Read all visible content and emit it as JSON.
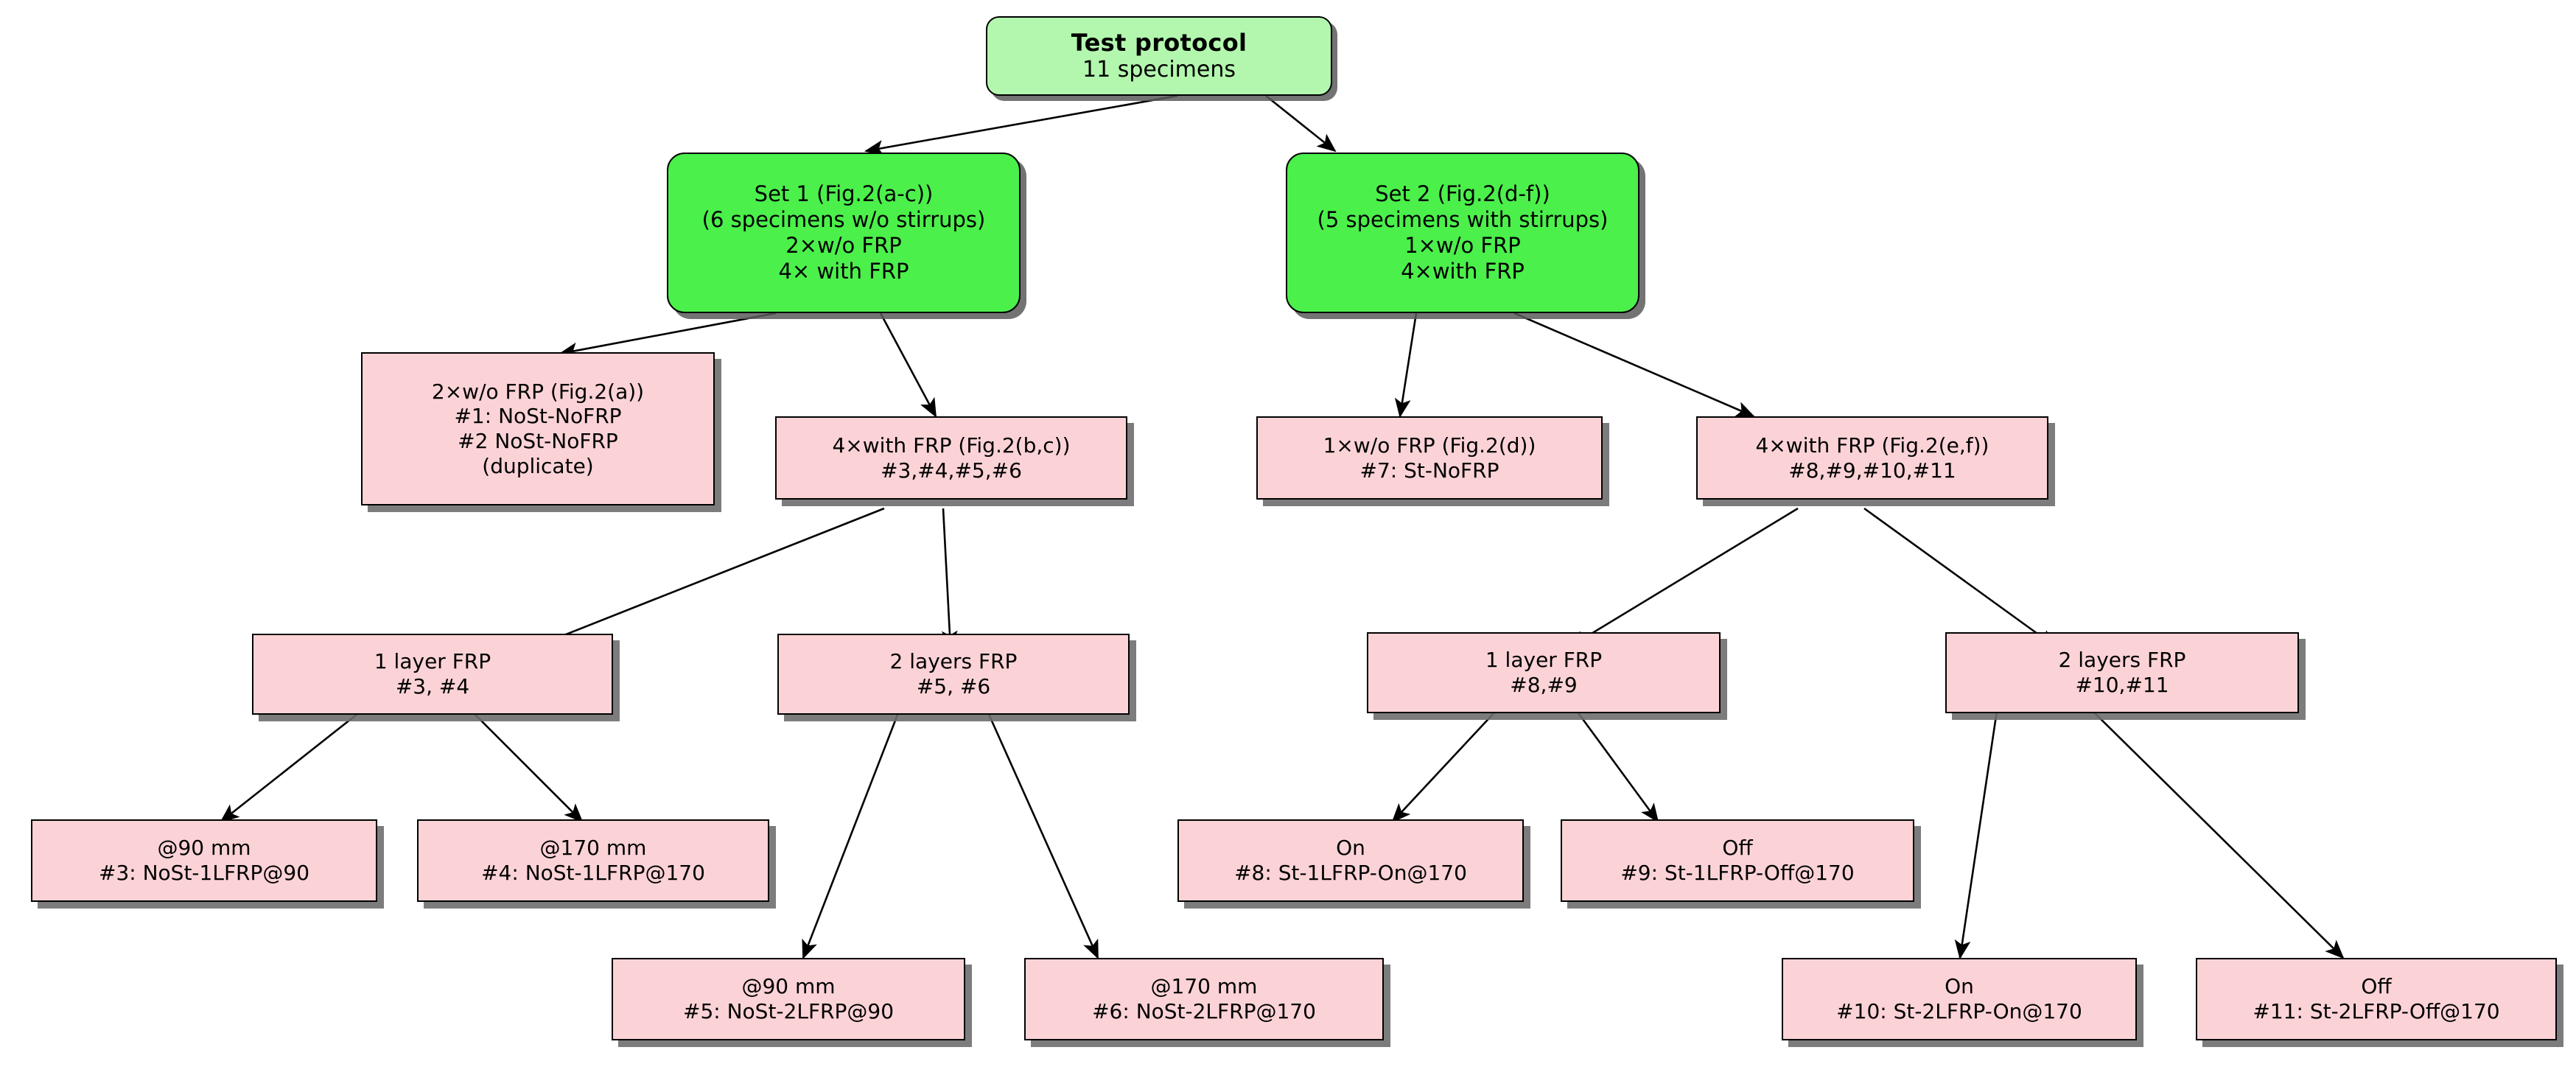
{
  "diagram": {
    "title": "Test protocol flowchart",
    "colors": {
      "root_fill": "#b3f7ae",
      "set_fill": "#4bf04b",
      "pink_fill": "#fbd3d6",
      "border": "#000000",
      "shadow": "#6e6e6e",
      "background": "#ffffff"
    },
    "nodes": {
      "root": {
        "lines": [
          "Test protocol",
          "11 specimens"
        ]
      },
      "set1": {
        "lines": [
          "Set 1 (Fig.2(a-c))",
          "(6 specimens w/o stirrups)",
          "2×w/o FRP",
          "4× with FRP"
        ]
      },
      "set2": {
        "lines": [
          "Set 2 (Fig.2(d-f))",
          "(5 specimens with stirrups)",
          "1×w/o FRP",
          "4×with FRP"
        ]
      },
      "s1_nofrp": {
        "lines": [
          "2×w/o FRP (Fig.2(a))",
          "#1:  NoSt-NoFRP",
          "#2 NoSt-NoFRP",
          "(duplicate)"
        ]
      },
      "s1_withfrp": {
        "lines": [
          "4×with FRP (Fig.2(b,c))",
          "#3,#4,#5,#6"
        ]
      },
      "s2_nofrp": {
        "lines": [
          "1×w/o FRP (Fig.2(d))",
          "#7:  St-NoFRP"
        ]
      },
      "s2_withfrp": {
        "lines": [
          "4×with FRP (Fig.2(e,f))",
          "#8,#9,#10,#11"
        ]
      },
      "s1_1layer": {
        "lines": [
          "1 layer FRP",
          "#3, #4"
        ]
      },
      "s1_2layers": {
        "lines": [
          "2 layers FRP",
          "#5, #6"
        ]
      },
      "s2_1layer": {
        "lines": [
          "1 layer FRP",
          "#8,#9"
        ]
      },
      "s2_2layers": {
        "lines": [
          "2 layers FRP",
          "#10,#11"
        ]
      },
      "spec3": {
        "lines": [
          "@90 mm",
          "#3:  NoSt-1LFRP@90"
        ]
      },
      "spec4": {
        "lines": [
          "@170 mm",
          "#4:  NoSt-1LFRP@170"
        ]
      },
      "spec5": {
        "lines": [
          "@90 mm",
          "#5:  NoSt-2LFRP@90"
        ]
      },
      "spec6": {
        "lines": [
          "@170 mm",
          "#6:  NoSt-2LFRP@170"
        ]
      },
      "spec8": {
        "lines": [
          "On",
          "#8:  St-1LFRP-On@170"
        ]
      },
      "spec9": {
        "lines": [
          "Off",
          "#9:  St-1LFRP-Off@170"
        ]
      },
      "spec10": {
        "lines": [
          "On",
          "#10:  St-2LFRP-On@170"
        ]
      },
      "spec11": {
        "lines": [
          "Off",
          "#11:  St-2LFRP-Off@170"
        ]
      }
    },
    "edges": [
      {
        "from": "root",
        "to": "set1"
      },
      {
        "from": "root",
        "to": "set2"
      },
      {
        "from": "set1",
        "to": "s1_nofrp"
      },
      {
        "from": "set1",
        "to": "s1_withfrp"
      },
      {
        "from": "set2",
        "to": "s2_nofrp"
      },
      {
        "from": "set2",
        "to": "s2_withfrp"
      },
      {
        "from": "s1_withfrp",
        "to": "s1_1layer"
      },
      {
        "from": "s1_withfrp",
        "to": "s1_2layers"
      },
      {
        "from": "s2_withfrp",
        "to": "s2_1layer"
      },
      {
        "from": "s2_withfrp",
        "to": "s2_2layers"
      },
      {
        "from": "s1_1layer",
        "to": "spec3"
      },
      {
        "from": "s1_1layer",
        "to": "spec4"
      },
      {
        "from": "s1_2layers",
        "to": "spec5"
      },
      {
        "from": "s1_2layers",
        "to": "spec6"
      },
      {
        "from": "s2_1layer",
        "to": "spec8"
      },
      {
        "from": "s2_1layer",
        "to": "spec9"
      },
      {
        "from": "s2_2layers",
        "to": "spec10"
      },
      {
        "from": "s2_2layers",
        "to": "spec11"
      }
    ]
  }
}
